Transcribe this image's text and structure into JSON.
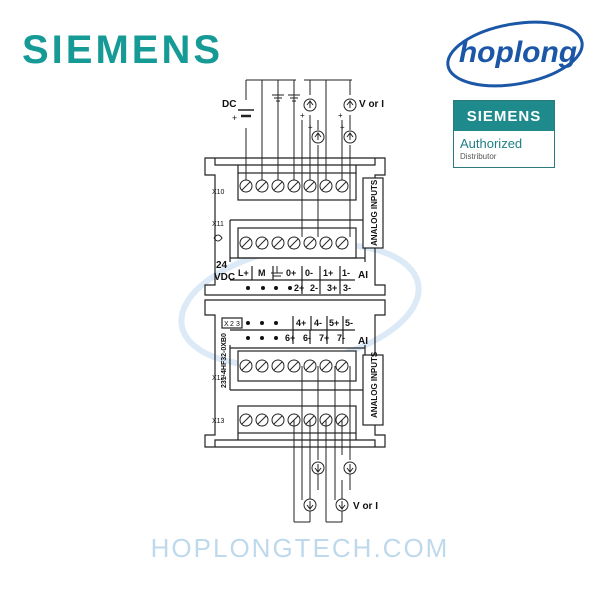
{
  "header": {
    "brand": "SIEMENS"
  },
  "badge": {
    "hoplong": "hoplong",
    "siemens": "SIEMENS",
    "authorized": "Authorized",
    "distributor": "Distributor"
  },
  "module": {
    "part_number": "231-4HF32-0XB0",
    "top_labels": {
      "dc": "DC",
      "minus": "-",
      "plus": "+",
      "v_or_i": "V or I",
      "x10": "X10",
      "x11": "X11",
      "side": "ANALOG INPUTS",
      "vdc_top": "24",
      "vdc_bottom": "VDC",
      "l_plus": "L+",
      "m": "M",
      "ai": "AI",
      "ch0p": "0+",
      "ch0m": "0-",
      "ch1p": "1+",
      "ch1m": "1-",
      "ch2p": "2+",
      "ch2m": "2-",
      "ch3p": "3+",
      "ch3m": "3-"
    },
    "bottom_labels": {
      "x12": "X12",
      "x13": "X13",
      "side": "ANALOG INPUTS",
      "ai": "AI",
      "ch4p": "4+",
      "ch4m": "4-",
      "ch5p": "5+",
      "ch5m": "5-",
      "ch6p": "6+",
      "ch6m": "6-",
      "ch7p": "7+",
      "ch7m": "7-",
      "range": [
        "X",
        "2",
        "3"
      ],
      "v_or_i": "V or I"
    }
  },
  "footer": {
    "text": "HOPLONGTECH.COM"
  },
  "colors": {
    "brand": "#159a96",
    "authorized": "#1f8a8c",
    "hoplong": "#1b57a6",
    "watermark": "#bfd9ec"
  }
}
